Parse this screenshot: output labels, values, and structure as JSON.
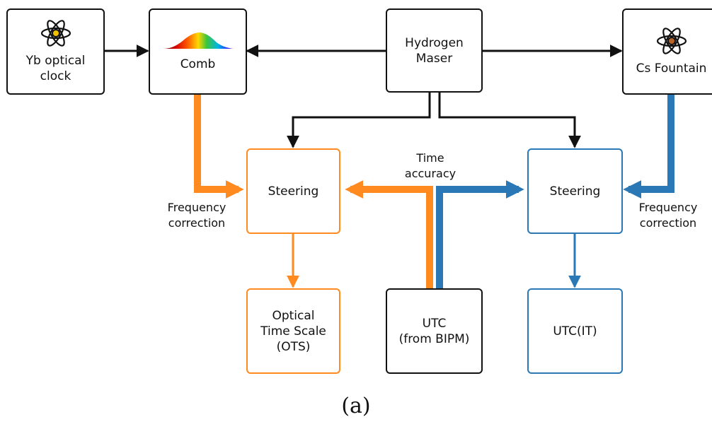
{
  "nodes": {
    "yb_clock": "Yb optical\nclock",
    "comb": "Comb",
    "maser": "Hydrogen\nMaser",
    "cs_fountain": "Cs Fountain",
    "steering_left": "Steering",
    "steering_right": "Steering",
    "ots": "Optical\nTime Scale\n(OTS)",
    "utc_bipm": "UTC\n(from BIPM)",
    "utc_it": "UTC(IT)"
  },
  "edge_labels": {
    "freq_correction_left": "Frequency\ncorrection",
    "freq_correction_right": "Frequency\ncorrection",
    "time_accuracy": "Time\naccuracy"
  },
  "caption": "(a)",
  "colors": {
    "black": "#111111",
    "orange": "#ff8a1f",
    "blue": "#2a78b5"
  },
  "icons": {
    "yb_clock": "atom-icon",
    "comb": "spectrum-icon",
    "cs_fountain": "atom-icon"
  }
}
